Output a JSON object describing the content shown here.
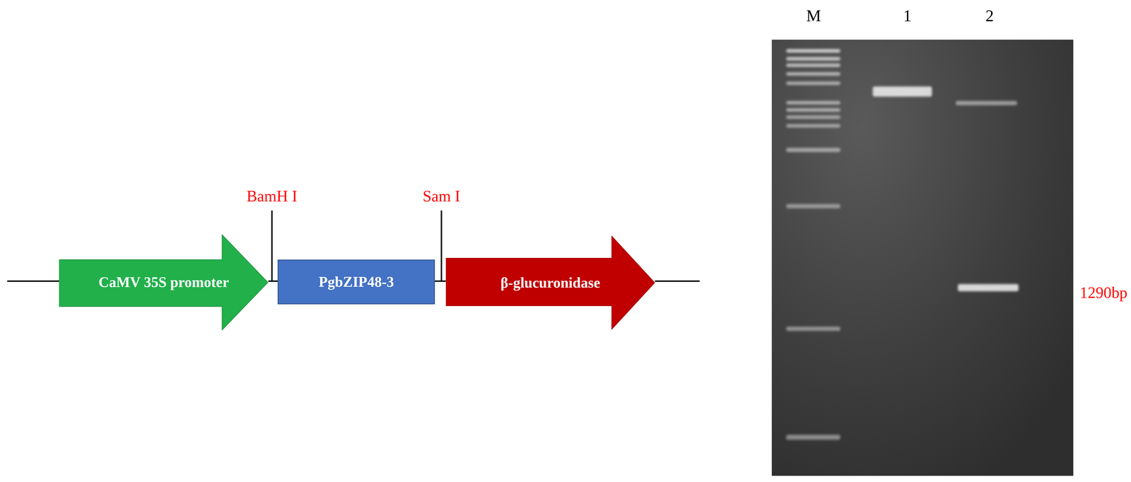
{
  "diagram": {
    "nodes": [
      {
        "text": [
          "CaMV 35S promoter"
        ]
      },
      {
        "text": [
          "PgbZIP48-3"
        ]
      },
      {
        "text": [
          "β-glucuronidase"
        ]
      }
    ],
    "edges": [
      {
        "from": 0,
        "to": 1,
        "arrow": "none"
      },
      {
        "from": 1,
        "to": 2,
        "arrow": "none"
      }
    ],
    "labels": [
      "BamH I",
      "Sam I",
      "M",
      "1",
      "2",
      "1290bp"
    ]
  }
}
